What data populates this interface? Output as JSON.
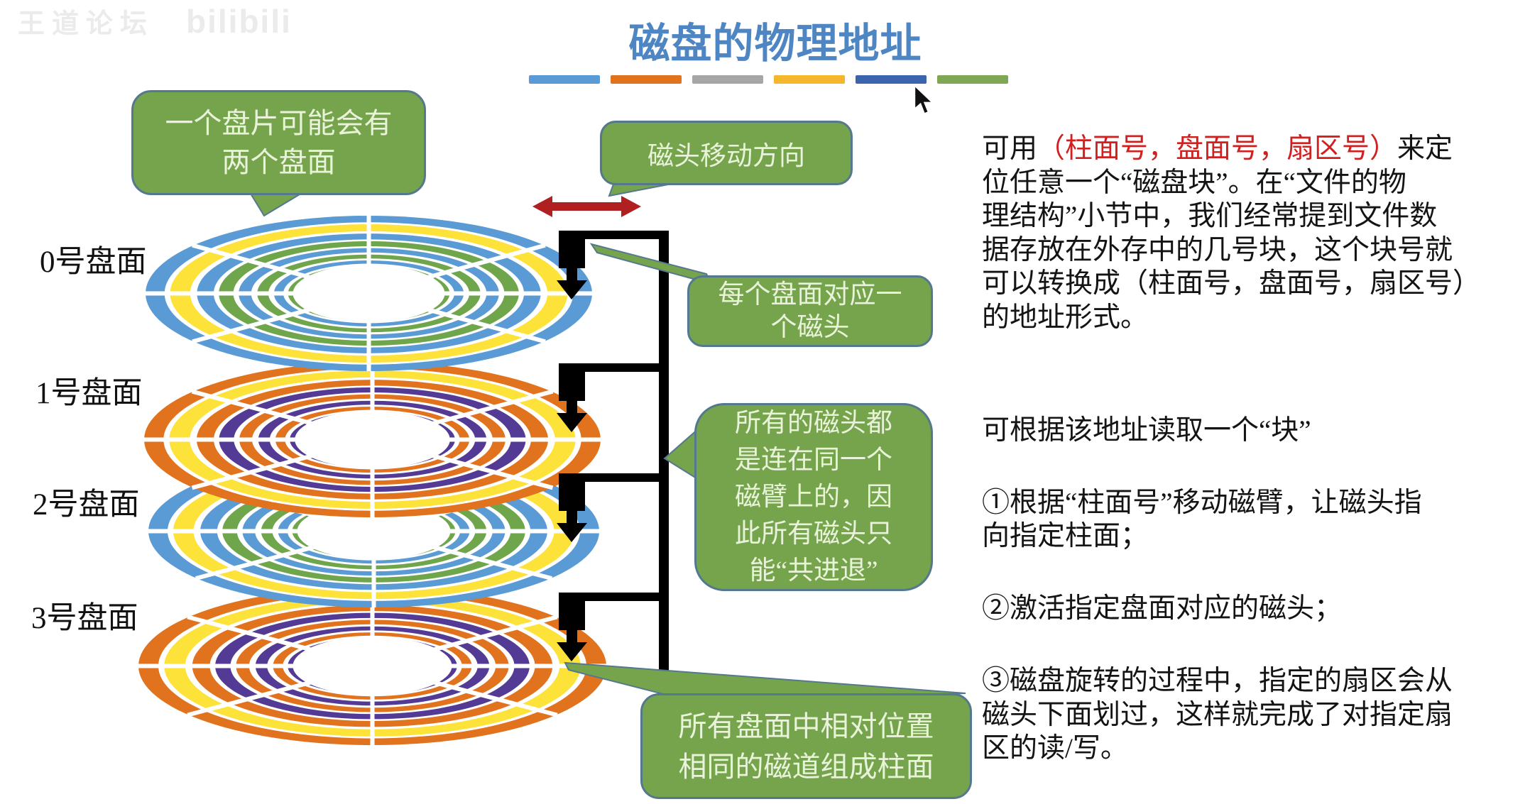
{
  "watermark": {
    "site_name": "王道论坛",
    "logo_text": "bilibili"
  },
  "title": {
    "text": "磁盘的物理地址",
    "color": "#4e86c3"
  },
  "divider_bars": {
    "colors": [
      "#5b9bd5",
      "#e2731e",
      "#a6a6a6",
      "#f3b62d",
      "#3c64ae",
      "#7fa653"
    ]
  },
  "diagram": {
    "platters": [
      {
        "label": "0号盘面",
        "ring_colors": [
          "#5b9bd5",
          "#fde23a",
          "#5b9bd5",
          "#6fa64c",
          "#5b9bd5",
          "#6fa64c",
          "#5b9bd5",
          "#6fa64c"
        ]
      },
      {
        "label": "1号盘面",
        "ring_colors": [
          "#e2731e",
          "#fde23a",
          "#e2731e",
          "#533a94",
          "#e2731e",
          "#533a94",
          "#e2731e",
          "#533a94"
        ]
      },
      {
        "label": "2号盘面",
        "ring_colors": [
          "#5b9bd5",
          "#fde23a",
          "#5b9bd5",
          "#6fa64c",
          "#5b9bd5",
          "#6fa64c",
          "#5b9bd5",
          "#6fa64c"
        ]
      },
      {
        "label": "3号盘面",
        "ring_colors": [
          "#e2731e",
          "#fde23a",
          "#e2731e",
          "#533a94",
          "#e2731e",
          "#533a94",
          "#e2731e",
          "#533a94"
        ]
      }
    ],
    "callouts": {
      "platter_sides": {
        "lines": [
          "一个盘片可能会有",
          "两个盘面"
        ]
      },
      "head_direction": {
        "lines": [
          "磁头移动方向"
        ]
      },
      "head_per_surface": {
        "lines": [
          "每个盘面对应一",
          "个磁头"
        ]
      },
      "shared_arm": {
        "lines": [
          "所有的磁头都",
          "是连在同一个",
          "磁臂上的，因",
          "此所有磁头只",
          "能“共进退”"
        ]
      },
      "cylinder": {
        "lines": [
          "所有盘面中相对位置",
          "相同的磁道组成柱面"
        ]
      }
    },
    "colors": {
      "bubble_fill": "#76a44c",
      "bubble_border": "#54788e",
      "bubble_text": "#e9f3da",
      "arm_black": "#000000",
      "move_arrow_red": "#b02020"
    }
  },
  "right_text": {
    "para1": {
      "prefix": "可用",
      "highlight": "（柱面号，盘面号，扇区号）",
      "suffix": "来定",
      "highlight_color": "#d02020",
      "rest": [
        "位任意一个“磁盘块”。在“文件的物",
        "理结构”小节中，我们经常提到文件数",
        "据存放在外存中的几号块，这个块号就",
        "可以转换成（柱面号，盘面号，扇区号）",
        "的地址形式。"
      ]
    },
    "para2": {
      "intro": "可根据该地址读取一个“块”",
      "step1": [
        "①根据“柱面号”移动磁臂，让磁头指",
        "向指定柱面；"
      ],
      "step2": "②激活指定盘面对应的磁头；",
      "step3": [
        "③磁盘旋转的过程中，指定的扇区会从",
        "磁头下面划过，这样就完成了对指定扇",
        "区的读/写。"
      ]
    }
  }
}
